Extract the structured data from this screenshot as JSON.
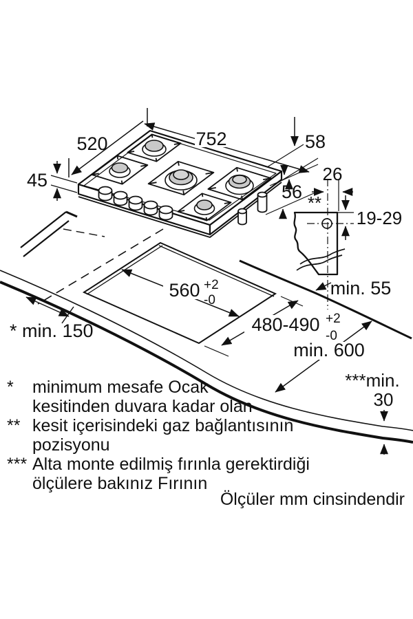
{
  "labels": {
    "width": "752",
    "depth": "520",
    "front_edge_height": "45",
    "total_height": "58",
    "body_height": "56",
    "gas_offset": "26",
    "gas_marker": "**",
    "gas_vertical_range": "19-29",
    "min_side": "min. 55",
    "cutout_width": "560",
    "cutout_width_plus": "+2",
    "cutout_width_minus": "-0",
    "cutout_depth": "480-490",
    "cutout_depth_plus": "+2",
    "cutout_depth_minus": "-0",
    "min_wall_distance": "* min. 150",
    "min_counter_depth": "min. 600",
    "min_thickness_label": "***min.",
    "min_thickness_value": "30"
  },
  "footnotes": [
    {
      "marker": "*",
      "line1": "minimum mesafe Ocak",
      "line2": "kesitinden duvara kadar olan"
    },
    {
      "marker": "**",
      "line1": "kesit içerisindeki gaz bağlantısının",
      "line2": "pozisyonu"
    },
    {
      "marker": "***",
      "line1": "Alta monte edilmiş fırınla gerektirdiği",
      "line2": "ölçülere bakınız Fırının"
    }
  ],
  "units_note": "Ölçüler mm cinsindendir",
  "colors": {
    "line": "#111111",
    "burner_cap": "#c9c9c9",
    "background": "#ffffff"
  }
}
